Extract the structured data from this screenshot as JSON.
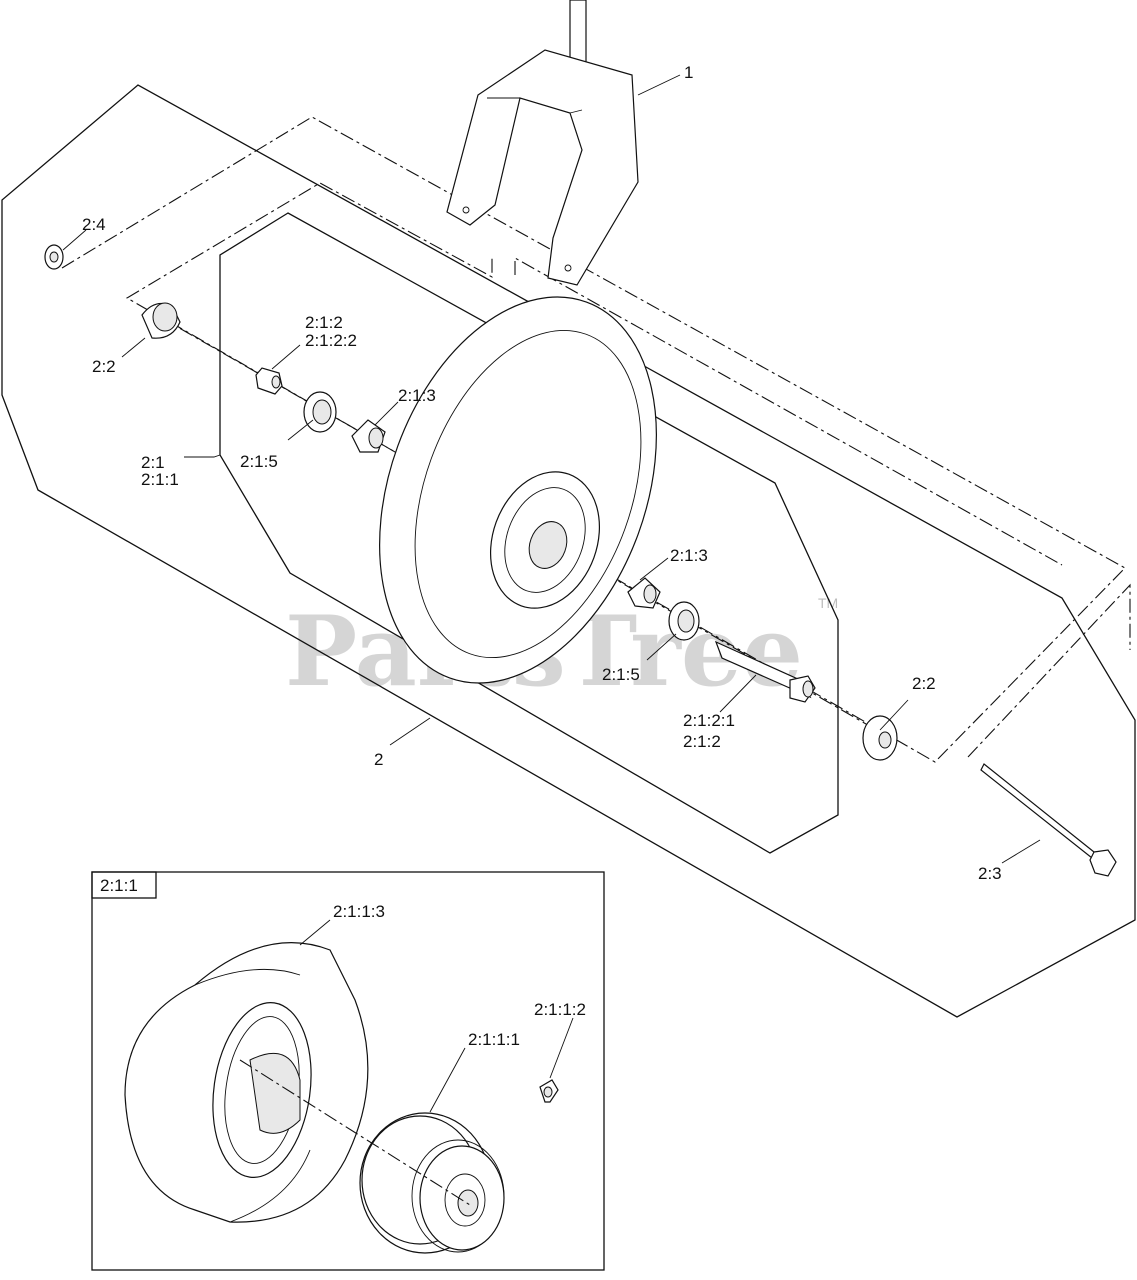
{
  "watermark": {
    "brand": "PartsTree",
    "trademark": "TM"
  },
  "callouts": {
    "fork": "1",
    "wheel_assembly": "2",
    "nut": "2:4",
    "spacer_left": "2:2",
    "spacer_right": "2:2",
    "bolt": "2:3",
    "wheel": "2:1",
    "wheel_sub": "2:1:1",
    "bushing_top_a": "2:1:2",
    "bushing_top_b": "2:1:2:2",
    "seal_left": "2:1:5",
    "seal_right": "2:1:5",
    "bearing_left": "2:1:3",
    "bearing_right": "2:1:3",
    "tube_a": "2:1:2:1",
    "tube_b": "2:1:2"
  },
  "inset": {
    "title": "2:1:1",
    "tire": "2:1:1:3",
    "valve": "2:1:1:2",
    "rim": "2:1:1:1"
  }
}
